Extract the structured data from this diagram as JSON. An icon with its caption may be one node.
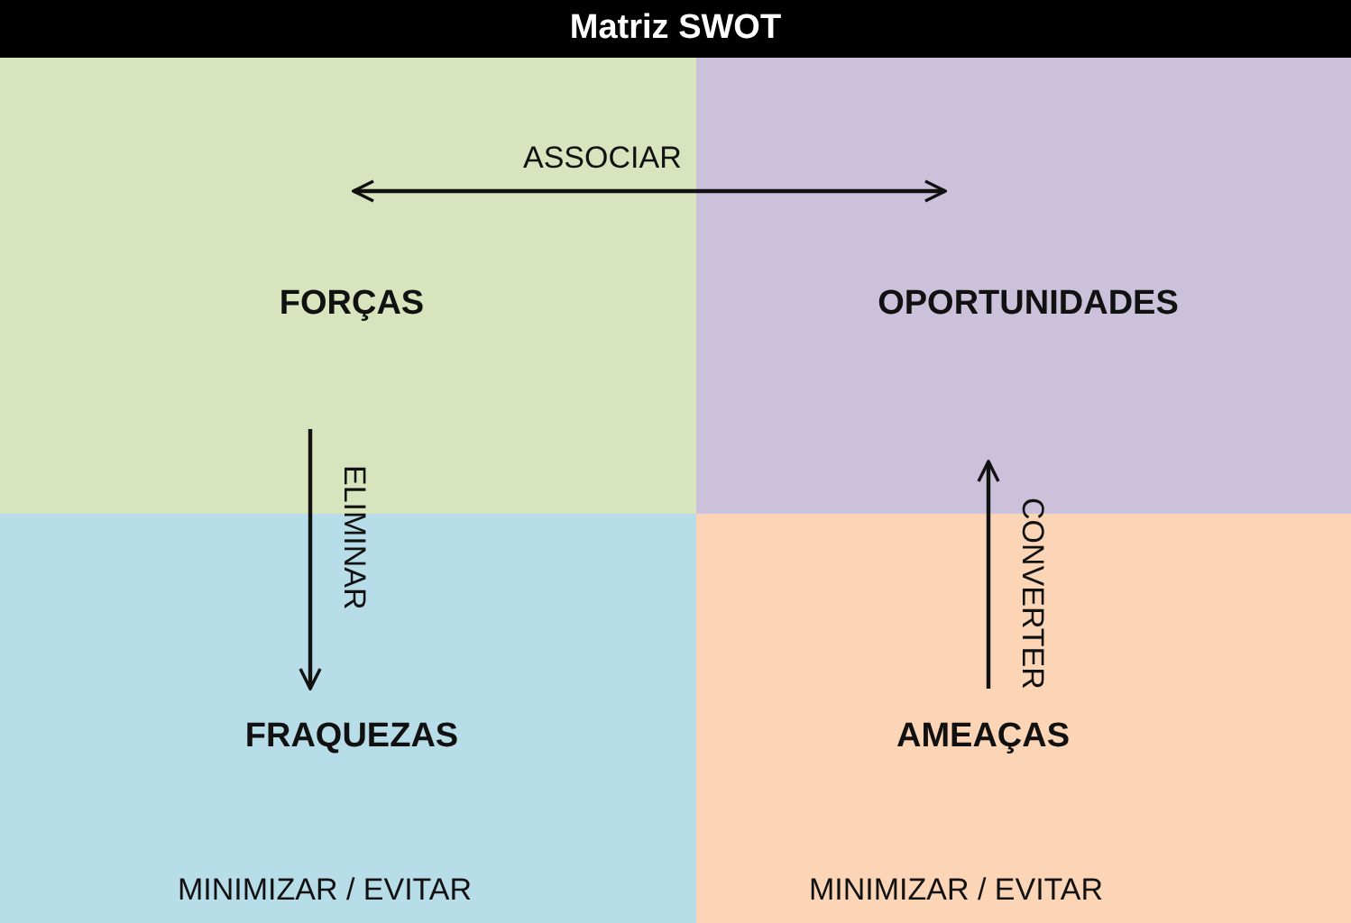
{
  "diagram": {
    "title": "Matriz SWOT",
    "nodes": [
      {
        "text": [
          "FORÇAS"
        ]
      },
      {
        "text": [
          "OPORTUNIDADES"
        ]
      },
      {
        "text": [
          "FRAQUEZAS",
          "MINIMIZAR / EVITAR"
        ]
      },
      {
        "text": [
          "AMEAÇAS",
          "MINIMIZAR / EVITAR"
        ]
      }
    ],
    "edges": [
      {
        "from": 0,
        "to": 1,
        "arrow": "both",
        "label": "ASSOCIAR"
      },
      {
        "from": 0,
        "to": 2,
        "arrow": "to",
        "label": "ELIMINAR"
      },
      {
        "from": 3,
        "to": 1,
        "arrow": "to",
        "label": "CONVERTER"
      }
    ]
  }
}
